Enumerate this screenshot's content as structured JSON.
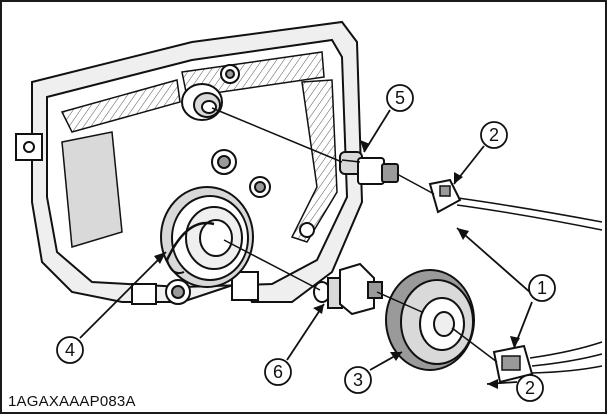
{
  "figure": {
    "code": "1AGAXAAAP083A"
  },
  "callouts": [
    {
      "id": "1",
      "label": "1"
    },
    {
      "id": "2a",
      "label": "2"
    },
    {
      "id": "2b",
      "label": "2"
    },
    {
      "id": "3",
      "label": "3"
    },
    {
      "id": "4",
      "label": "4"
    },
    {
      "id": "5",
      "label": "5"
    },
    {
      "id": "6",
      "label": "6"
    }
  ],
  "colors": {
    "ink": "#111111",
    "shade": "#d9d9d9",
    "dark_shade": "#9a9a9a",
    "frame": "#1a1a1a"
  }
}
